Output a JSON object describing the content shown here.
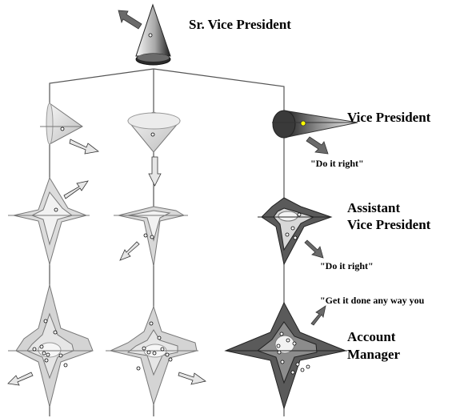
{
  "labels": {
    "svp": "Sr. Vice President",
    "vp": "Vice President",
    "avp_line1": "Assistant",
    "avp_line2": "Vice President",
    "am_line1": "Account",
    "am_line2": "Manager"
  },
  "quotes": {
    "vp": "\"Do it right\"",
    "avp": "\"Do it right\"",
    "am": "\"Get it done any way you"
  },
  "colors": {
    "light_fill": "#dcdcdc",
    "mid_fill": "#bdbdbd",
    "dark_fill": "#5a5a5a",
    "line": "#555555",
    "highlight_dot": "#ffff00"
  }
}
